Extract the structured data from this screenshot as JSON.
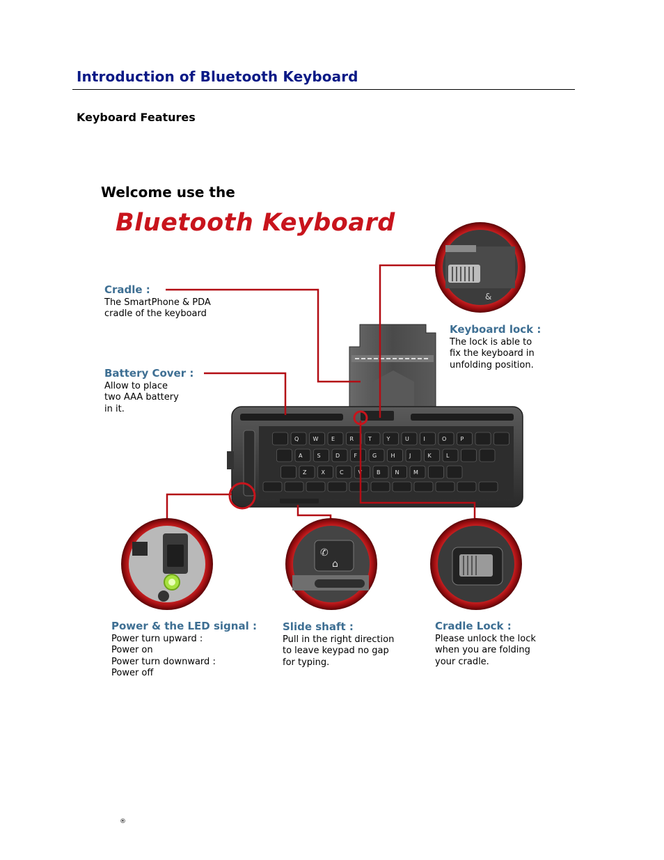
{
  "header": {
    "title": "Introduction of Bluetooth Keyboard",
    "section": "Keyboard Features"
  },
  "figure": {
    "welcome": "Welcome use the",
    "brand": "Bluetooth Keyboard",
    "callouts": {
      "cradle": {
        "title": "Cradle :",
        "lines": [
          "The SmartPhone & PDA",
          "cradle of the keyboard"
        ]
      },
      "battery": {
        "title": "Battery Cover :",
        "lines": [
          "Allow to place",
          "two AAA battery",
          "in it."
        ]
      },
      "lock": {
        "title": "Keyboard lock :",
        "lines": [
          "The lock is able to",
          "fix the keyboard in",
          "unfolding position."
        ]
      },
      "power": {
        "title": "Power & the LED signal :",
        "lines": [
          "Power turn upward :",
          "Power on",
          "Power turn downward :",
          "Power off"
        ]
      },
      "slide": {
        "title": "Slide shaft :",
        "lines": [
          "Pull in the right direction",
          "to leave keypad no gap",
          "for typing."
        ]
      },
      "cradle_lock": {
        "title": "Cradle Lock :",
        "lines": [
          "Please unlock the lock",
          "when you are folding",
          "your cradle."
        ]
      }
    },
    "keys": {
      "row1": [
        "Q",
        "W",
        "E",
        "R",
        "T",
        "Y",
        "U",
        "I",
        "O",
        "P"
      ],
      "row2": [
        "A",
        "S",
        "D",
        "F",
        "G",
        "H",
        "J",
        "K",
        "L"
      ],
      "row3": [
        "Z",
        "X",
        "C",
        "V",
        "B",
        "N",
        "M"
      ],
      "magnifier_key": "&"
    },
    "colors": {
      "accent_red": "#c8141c",
      "callout_blue": "#3e6f93",
      "keyboard_body": "#3a3a3a"
    }
  },
  "footer": {
    "mark": "®"
  }
}
